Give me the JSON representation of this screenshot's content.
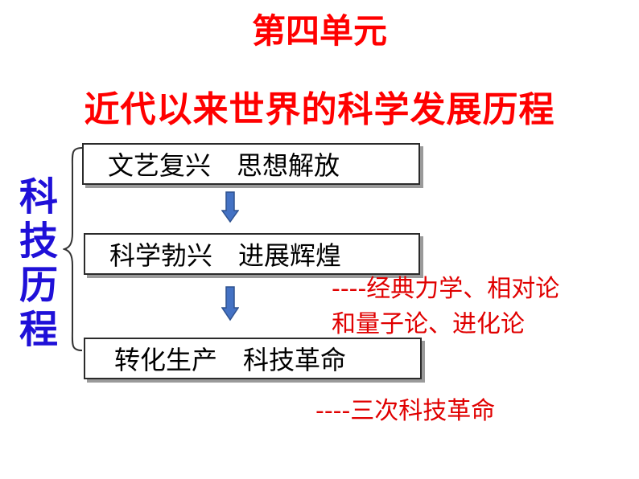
{
  "unit_title": "第四单元",
  "main_title": "近代以来世界的科学发展历程",
  "side_label": [
    "科",
    "技",
    "历",
    "程"
  ],
  "stages": [
    "文艺复兴　思想解放",
    "科学勃兴　进展辉煌",
    "转化生产　科技革命"
  ],
  "notes": {
    "line1": "----经典力学、相对论",
    "line2": "和量子论、进化论",
    "line3": "----三次科技革命"
  },
  "colors": {
    "title": "#ff0000",
    "side_label": "#1f10d8",
    "arrow_fill": "#4472c4",
    "arrow_stroke": "#2f528f",
    "note": "#e00000"
  }
}
